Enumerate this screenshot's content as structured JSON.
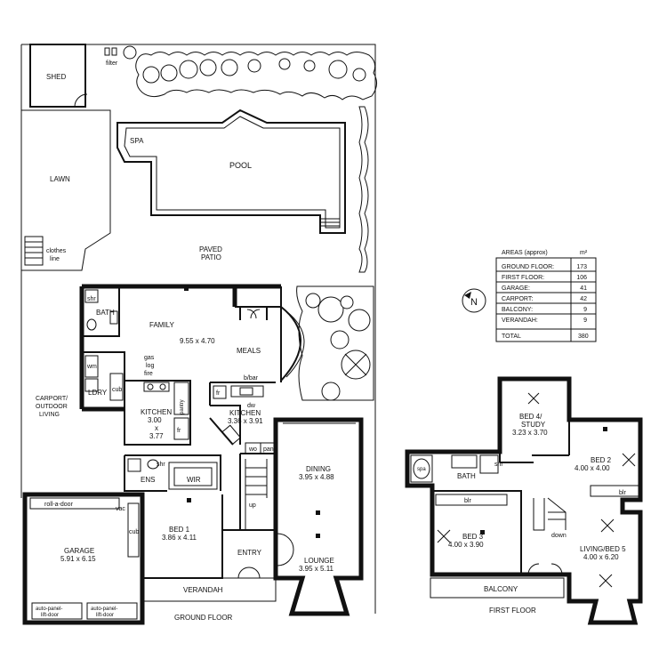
{
  "ground_floor": {
    "title": "GROUND FLOOR",
    "shed": "SHED",
    "filter": "filter",
    "spa": "SPA",
    "pool": "POOL",
    "lawn": "LAWN",
    "clothes_line": [
      "clothes",
      "line"
    ],
    "paved_patio": [
      "PAVED",
      "PATIO"
    ],
    "carport": [
      "CARPORT/",
      "OUTDOOR",
      "LIVING"
    ],
    "bath": "BATH",
    "shr": "shr",
    "wm": "wm",
    "ldry": "LDRY",
    "cub": "cub",
    "family": "FAMILY",
    "family_dim": "9.55 x 4.70",
    "meals": "MEALS",
    "gas_log_fire": [
      "gas",
      "log",
      "fire"
    ],
    "kitchen1": [
      "KITCHEN",
      "3.00",
      "x",
      "3.77"
    ],
    "pantry": "pantry",
    "fr": "fr",
    "bbar": "b/bar",
    "dw": "dw",
    "kitchen2": [
      "KITCHEN",
      "3.36 x 3.91"
    ],
    "wo": "wo",
    "pan": "pan",
    "dining": "DINING",
    "dining_dim": "3.95 x 4.88",
    "ens": "ENS",
    "ens_shr": "shr",
    "wir": "WIR",
    "vac": "vac",
    "cub2": "cub",
    "bed1": "BED 1",
    "bed1_dim": "3.86 x 4.11",
    "up": "up",
    "entry": "ENTRY",
    "lounge": "LOUNGE",
    "lounge_dim": "3.95 x 5.11",
    "roll_a_door": "roll-a-door",
    "garage": "GARAGE",
    "garage_dim": "5.91 x 6.15",
    "auto_door_1": [
      "auto-panel-",
      "lift-door"
    ],
    "auto_door_2": [
      "auto-panel-",
      "lift-door"
    ],
    "verandah": "VERANDAH"
  },
  "first_floor": {
    "title": "FIRST FLOOR",
    "bed4": "BED 4/",
    "bed4_b": "STUDY",
    "bed4_dim": "3.23 x 3.70",
    "bed2": "BED 2",
    "bed2_dim": "4.00 x 4.00",
    "blr1": "blr",
    "spa": "spa",
    "bath": "BATH",
    "shr": "shr",
    "blr2": "blr",
    "bed3": "BED 3",
    "bed3_dim": "4.00 x 3.90",
    "down": "down",
    "living": "LIVING/BED 5",
    "living_dim": "4.00 x 6.20",
    "balcony": "BALCONY"
  },
  "north_label": "N",
  "areas_table": {
    "header": "AREAS (approx)",
    "unit": "m²",
    "rows": [
      {
        "label": "GROUND FLOOR:",
        "value": "173"
      },
      {
        "label": "FIRST FLOOR:",
        "value": "106"
      },
      {
        "label": "GARAGE:",
        "value": "41"
      },
      {
        "label": "CARPORT:",
        "value": "42"
      },
      {
        "label": "BALCONY:",
        "value": "9"
      },
      {
        "label": "VERANDAH:",
        "value": "9"
      }
    ],
    "total_label": "TOTAL",
    "total_value": "380"
  }
}
